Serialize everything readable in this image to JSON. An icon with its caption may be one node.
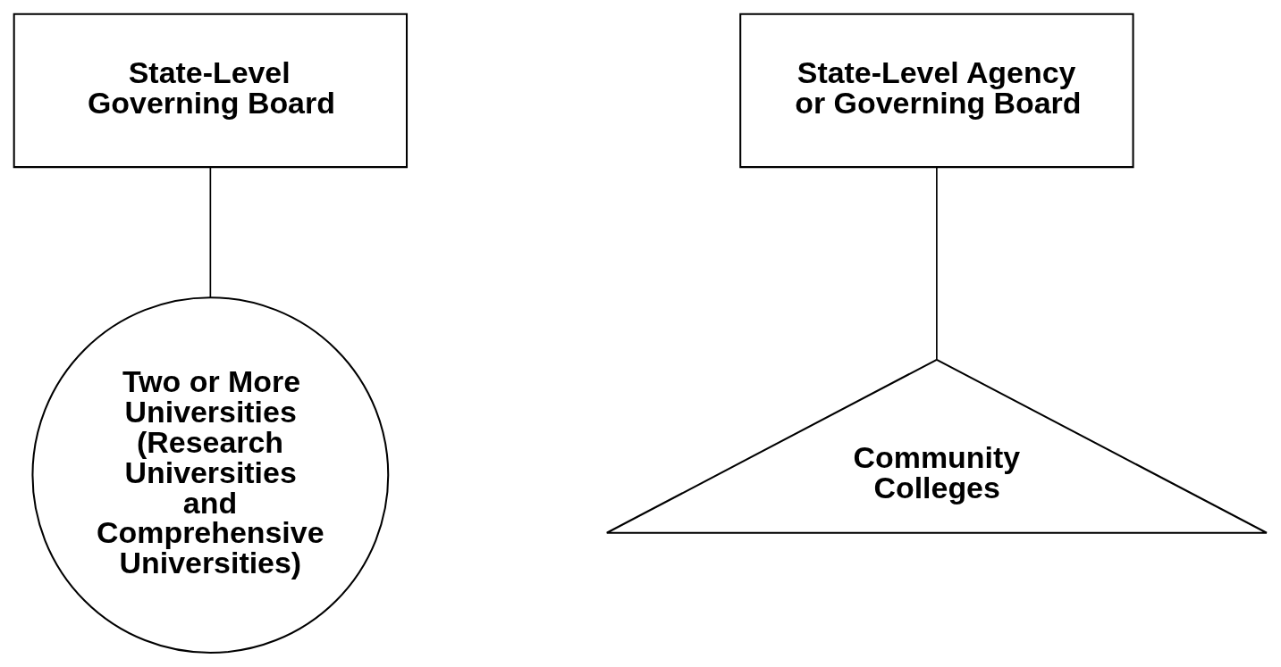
{
  "diagram": {
    "nodes": [
      {
        "text": [
          "State-Level Governing Board"
        ]
      },
      {
        "text": [
          "Two or More Universities (Research Universities and Comprehensive Universities)"
        ]
      },
      {
        "text": [
          "State-Level Agency or Governing Board"
        ]
      },
      {
        "text": [
          "Community Colleges"
        ]
      }
    ],
    "edges": [
      {
        "from": 0,
        "to": 1,
        "arrow": "none"
      },
      {
        "from": 2,
        "to": 3,
        "arrow": "none"
      }
    ]
  }
}
